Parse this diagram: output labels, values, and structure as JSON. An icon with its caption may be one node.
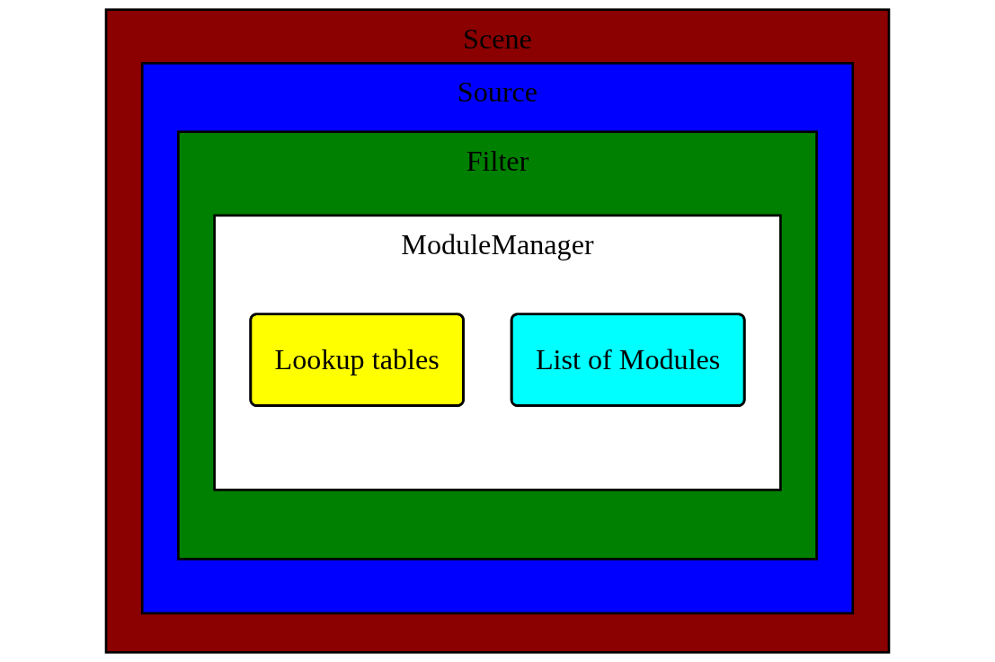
{
  "diagram": {
    "nodes": [
      {
        "text": [
          "Scene"
        ]
      },
      {
        "text": [
          "Source"
        ],
        "in": 0
      },
      {
        "text": [
          "Filter"
        ],
        "in": 1
      },
      {
        "text": [
          "ModuleManager"
        ],
        "in": 2
      },
      {
        "text": [
          "Lookup tables"
        ],
        "in": 3
      },
      {
        "text": [
          "List of Modules"
        ],
        "in": 3
      }
    ]
  }
}
